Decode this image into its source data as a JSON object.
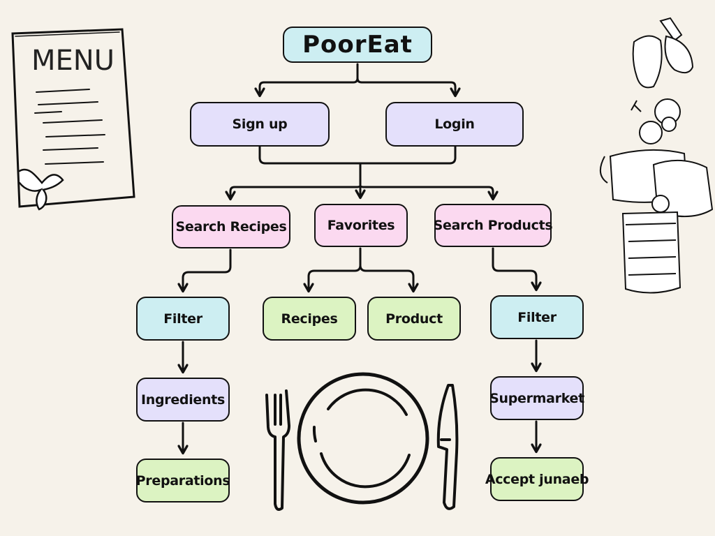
{
  "colors": {
    "background": "#f6f2ea",
    "cyan": "#cdeef2",
    "lavender": "#e4e0fb",
    "pink": "#fbd9f0",
    "green": "#dcf3c2",
    "stroke": "#111111"
  },
  "menu_card": {
    "label": "MENU"
  },
  "nodes": {
    "title": "PoorEat",
    "sign_up": "Sign up",
    "login": "Login",
    "search_recipes": "Search Recipes",
    "favorites": "Favorites",
    "search_products": "Search Products",
    "filter_left": "Filter",
    "recipes": "Recipes",
    "product": "Product",
    "filter_right": "Filter",
    "ingredients": "Ingredients",
    "preparations": "Preparations",
    "supermarket": "Supermarket",
    "accept_junaeb": "Accept junaeb"
  },
  "icons": [
    "menu-card-icon",
    "plate-icon",
    "fork-icon",
    "knife-icon",
    "hanging-kitchenware-icon"
  ]
}
